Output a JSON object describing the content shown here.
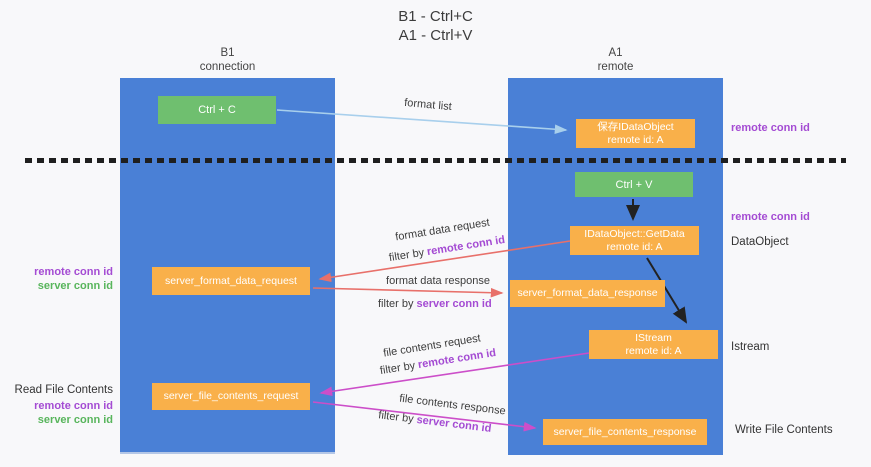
{
  "title": {
    "line1": "B1 - Ctrl+C",
    "line2": "A1 - Ctrl+V"
  },
  "columns": {
    "left": {
      "name": "B1",
      "role": "connection"
    },
    "right": {
      "name": "A1",
      "role": "remote"
    }
  },
  "boxes": {
    "ctrl_c": "Ctrl + C",
    "ctrl_v": "Ctrl + V",
    "save_idataobject_line1": "保存IDataObject",
    "save_idataobject_line2": "remote id: A",
    "getdata_line1": "IDataObject::GetData",
    "getdata_line2": "remote id: A",
    "istream_line1": "IStream",
    "istream_line2": "remote id: A",
    "format_request": "server_format_data_request",
    "format_response": "server_format_data_response",
    "file_request": "server_file_contents_request",
    "file_response": "server_file_contents_response"
  },
  "arrow_labels": {
    "format_list": "format list",
    "format_data_request": "format data request",
    "format_data_response": "format data response",
    "file_contents_request": "file contents request",
    "file_contents_response": "file contents response",
    "filter_by": "filter by",
    "remote_conn_id": "remote conn id",
    "server_conn_id": "server conn id"
  },
  "side_labels": {
    "remote_conn_id": "remote conn id",
    "server_conn_id": "server conn id",
    "dataobject": "DataObject",
    "istream": "Istream",
    "read_file_contents": "Read File Contents",
    "write_file_contents": "Write File Contents"
  },
  "colors": {
    "lifeline_blue": "#4a80d6",
    "box_green": "#6fbf6f",
    "box_orange": "#f9b04a",
    "purple_text": "#a44bd3",
    "green_text": "#58b55c",
    "arrow_light_blue": "#a8cfec",
    "arrow_red": "#e8706a",
    "arrow_magenta": "#cc4ec9",
    "arrow_black": "#222222",
    "background": "#f8f8fa"
  }
}
